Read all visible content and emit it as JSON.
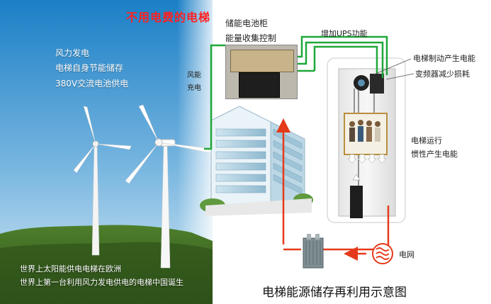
{
  "title": "不用电费的电梯",
  "left_panel": {
    "line1": "风力发电",
    "line2": "电梯自身节能储存",
    "line3": "380V交流电池供电"
  },
  "storage": {
    "label1": "储能电池柜",
    "label2": "能量收集控制"
  },
  "wind_charge": {
    "line1": "风能",
    "line2": "充电"
  },
  "ups_label": "增加UPS功能",
  "elevator": {
    "brake": "电梯制动产生电能",
    "inverter": "变频器减少损耗",
    "run_line1": "电梯运行",
    "run_line2": "惯性产生电能"
  },
  "grid_label": "电网",
  "bottom": {
    "line1": "世界上太阳能供电电梯在欧洲",
    "line2": "世界上第一台利用风力发电供电的电梯中国诞生"
  },
  "caption": "电梯能源储存再利用示意图",
  "colors": {
    "accent_red": "#ff2020",
    "wire_green": "#1fa83a",
    "wire_red": "#e53a1a",
    "sky_top": "#1b7fc6",
    "hill": "#3c6b23"
  }
}
